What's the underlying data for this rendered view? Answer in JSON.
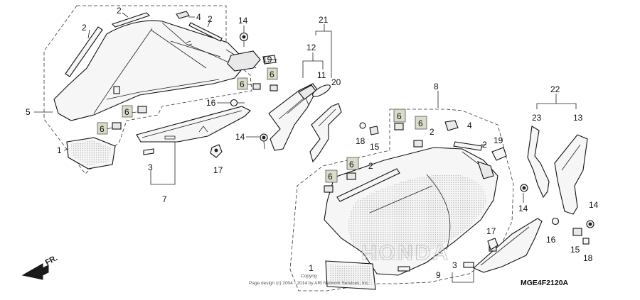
{
  "labels": {
    "l2a": "2",
    "l2b": "2",
    "l2c": "2",
    "l4a": "4",
    "l14a": "14",
    "l21": "21",
    "l19a": "19",
    "l12": "12",
    "l6a": "6",
    "l6b": "6",
    "l11": "11",
    "l20": "20",
    "l5": "5",
    "l6c": "6",
    "l16a": "16",
    "l6d": "6",
    "l1a": "1",
    "l14b": "14",
    "l3a": "3",
    "l17a": "17",
    "l7": "7",
    "l8": "8",
    "l22": "22",
    "l6e": "6",
    "l6f": "6",
    "l2d": "2",
    "l4b": "4",
    "l23": "23",
    "l13": "13",
    "l18a": "18",
    "l15a": "15",
    "l19b": "19",
    "l2e": "2",
    "l6g": "6",
    "l6h": "6",
    "l2f": "2",
    "l14c": "14",
    "l14d": "14",
    "l16b": "16",
    "l15b": "15",
    "l18b": "18",
    "l17b": "17",
    "l1b": "1",
    "l3b": "3",
    "l9": "9"
  },
  "diagram_code": "MGE4F2120A",
  "front_arrow": "FR.",
  "copyright": "Page design (c) 2004 - 2014 by ARI Network Services, Inc.",
  "copyright_prefix": "Copyrig",
  "brand_watermark": "HONDA",
  "colors": {
    "highlight_box": "#d9dcc8",
    "line": "#111111",
    "dot_pattern": "#b4b4b4"
  }
}
